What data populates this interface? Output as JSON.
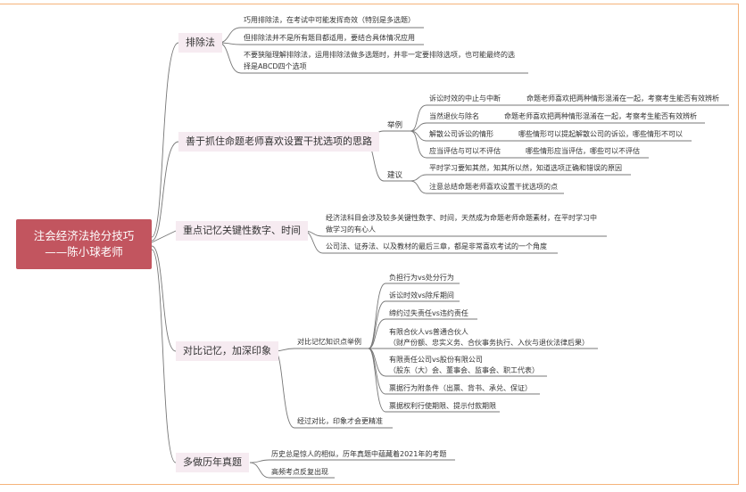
{
  "root": {
    "line1": "注会经济法抢分技巧",
    "line2": "——陈小球老师"
  },
  "branches": [
    {
      "label": "排除法",
      "leaves": [
        "巧用排除法，在考试中可能发挥奇效（特别是多选题）",
        "但排除法并不是所有题目都适用，要结合具体情况应用",
        "不要狭隘理解排除法，运用排除法做多选题时，并非一定要排除选项，也可能最终的选",
        "择是ABCD四个选项"
      ]
    },
    {
      "label": "善于抓住命题老师喜欢设置干扰选项的思路",
      "subs": [
        {
          "label": "举例",
          "rows": [
            {
              "topic": "诉讼时效的中止与中断",
              "note": "命题老师喜欢把两种情形混淆在一起，考察考生能否有效辨析"
            },
            {
              "topic": "当然退伙与除名",
              "note": "命题老师喜欢把两种情形混淆在一起，考察考生能否有效辨析"
            },
            {
              "topic": "解散公司诉讼的情形",
              "note": "哪些情形可以提起解散公司的诉讼，哪些情形不可以"
            },
            {
              "topic": "应当评估与可以不评估",
              "note": "哪些情形应当评估，哪些可以不评估"
            }
          ]
        },
        {
          "label": "建议",
          "rows": [
            "平时学习要知其然，知其所以然，知道选项正确和错误的原因",
            "注意总结命题老师喜欢设置干扰选项的点"
          ]
        }
      ]
    },
    {
      "label": "重点记忆关键性数字、时间",
      "leaves": [
        "经济法科目会涉及较多关键性数字、时间，天然成为命题老师命题素材，在平时学习中",
        "做学习的有心人",
        "公司法、证券法、以及教材的最后三章，都是非常喜欢考试的一个角度"
      ]
    },
    {
      "label": "对比记忆，加深印象",
      "subs": [
        {
          "label": "对比记忆知识点举例",
          "rows": [
            "负担行为vs处分行为",
            "诉讼时效vs除斥期间",
            "缔约过失责任vs违约责任",
            "有限合伙人vs普通合伙人",
            "（财产份额、忠实义务、合伙事务执行、入伙与退伙法律后果）",
            "有限责任公司vs股份有限公司",
            "（股东（大）会、董事会、监事会、职工代表）",
            "票据行为附条件（出票、背书、承兑、保证）",
            "票据权利行使期限、提示付款期限"
          ]
        },
        {
          "label": "经过对比，印象才会更精准"
        }
      ]
    },
    {
      "label": "多做历年真题",
      "leaves": [
        "历史总是惊人的相似，历年真题中蕴藏着2021年的考题",
        "高频考点反复出现"
      ]
    }
  ],
  "colors": {
    "root": "#c2555f",
    "branch_bg": "#f6ebf1",
    "frame": "#f5b37a",
    "line": "#666666"
  }
}
